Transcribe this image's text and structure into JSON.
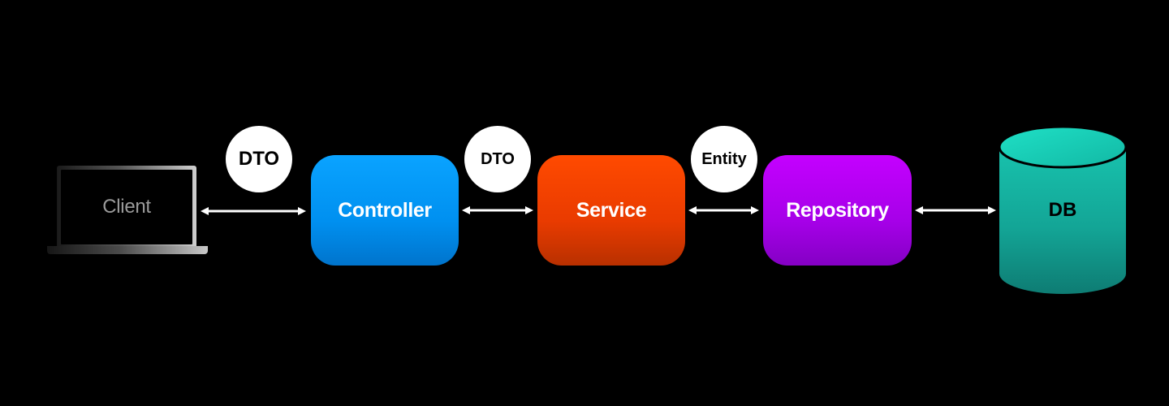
{
  "nodes": {
    "client": {
      "label": "Client"
    },
    "controller": {
      "label": "Controller"
    },
    "service": {
      "label": "Service"
    },
    "repository": {
      "label": "Repository"
    },
    "db": {
      "label": "DB"
    }
  },
  "edges": {
    "client_controller": {
      "label": "DTO"
    },
    "controller_service": {
      "label": "DTO"
    },
    "service_repository": {
      "label": "Entity"
    },
    "repository_db": {
      "label": ""
    }
  },
  "colors": {
    "background": "#000000",
    "controller": "#0099f5",
    "service": "#f24300",
    "repository": "#b500f5",
    "db": "#17b3a0",
    "connector": "#ffffff"
  }
}
